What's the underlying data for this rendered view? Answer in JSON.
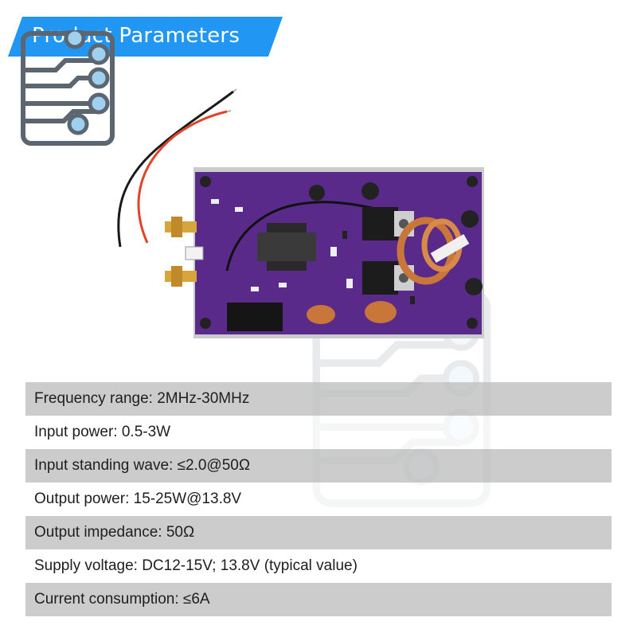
{
  "header": {
    "title": "Product Parameters",
    "accent_color": "#2196F3"
  },
  "icons": {
    "logo": "circuit-board-icon",
    "watermark": "circuit-board-watermark-icon"
  },
  "product_image": {
    "name": "rf-power-amplifier-board",
    "board_color": "#5a2a8a"
  },
  "parameters": [
    {
      "text": "Frequency range: 2MHz-30MHz"
    },
    {
      "text": "Input power: 0.5-3W"
    },
    {
      "text": "Input standing wave: ≤2.0@50Ω"
    },
    {
      "text": "Output power: 15-25W@13.8V"
    },
    {
      "text": "Output impedance: 50Ω"
    },
    {
      "text": "Supply voltage: DC12-15V; 13.8V (typical value)"
    },
    {
      "text": "Current consumption: ≤6A"
    }
  ]
}
